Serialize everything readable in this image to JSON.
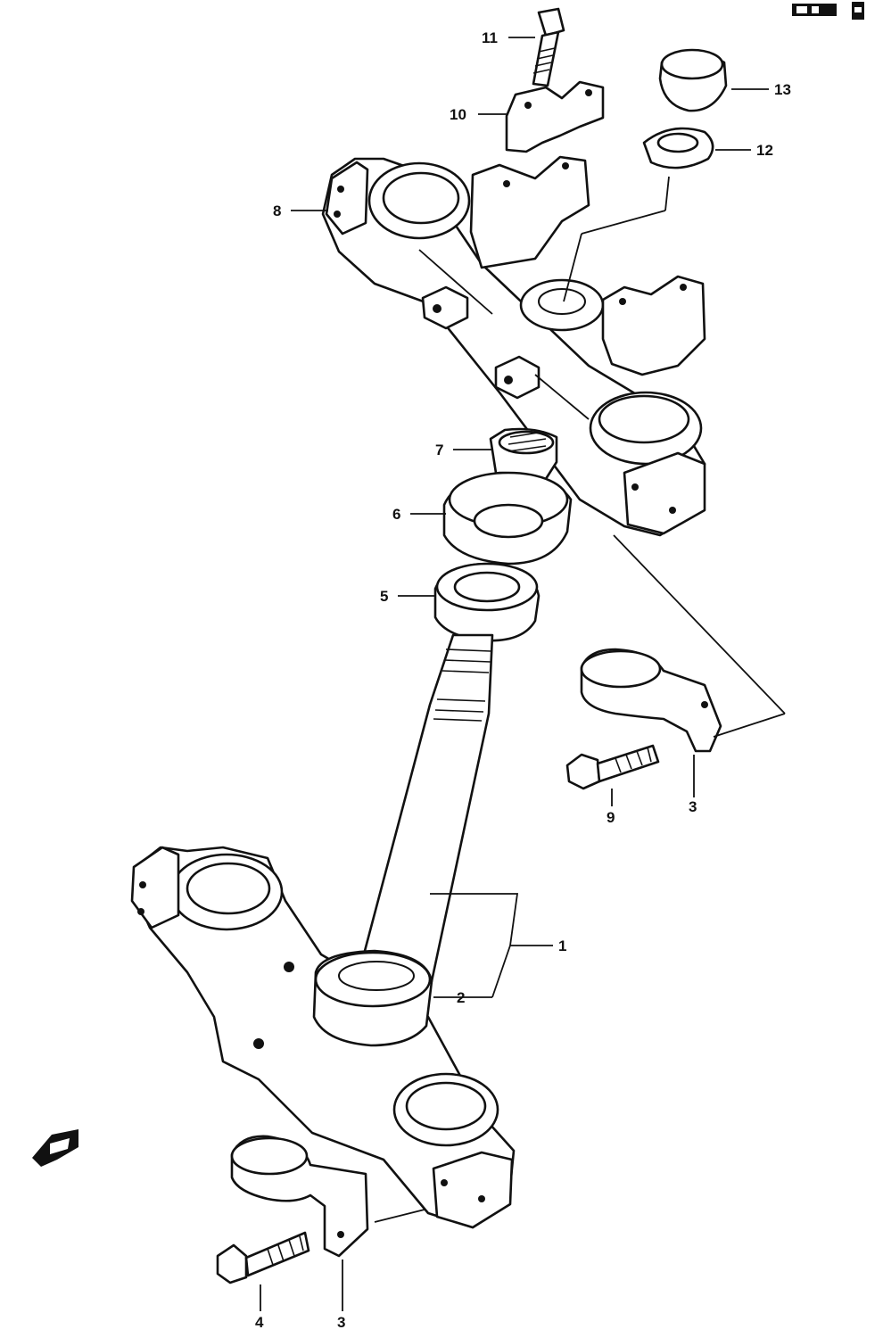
{
  "callouts": {
    "c1": "1",
    "c2": "2",
    "c3a": "3",
    "c3b": "3",
    "c4": "4",
    "c5": "5",
    "c6": "6",
    "c7": "7",
    "c8": "8",
    "c9": "9",
    "c10": "10",
    "c11": "11",
    "c12": "12",
    "c13": "13"
  },
  "colors": {
    "ink": "#111111",
    "paper": "#ffffff"
  },
  "icons": {
    "front_arrow": "front-arrow-icon",
    "header_mark": "page-code-mark-icon"
  }
}
